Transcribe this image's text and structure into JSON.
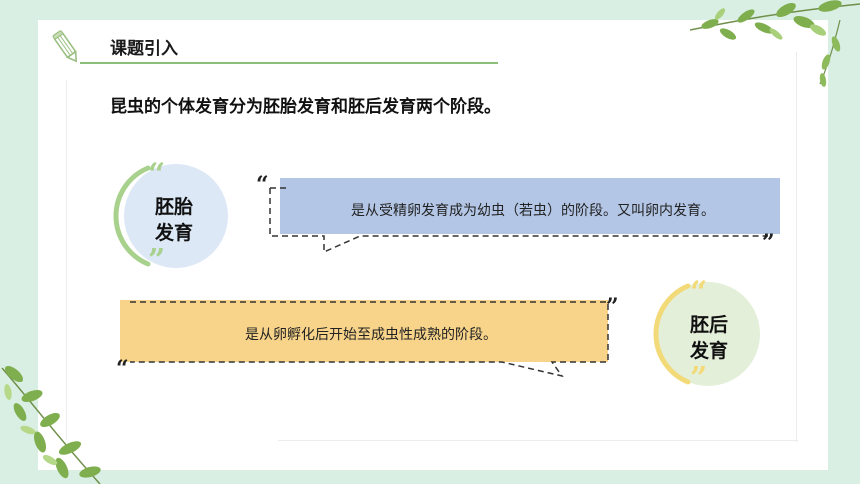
{
  "header": {
    "title": "课题引入"
  },
  "intro": {
    "text": "昆虫的个体发育分为胚胎发育和胚后发育两个阶段。"
  },
  "stages": [
    {
      "label_line1": "胚胎",
      "label_line2": "发育",
      "description": "是从受精卵发育成为幼虫（若虫）的阶段。又叫卵内发育。",
      "fill_color": "#dce8f6",
      "box_color": "#b3c6e6",
      "accent_color": "#a9d18e"
    },
    {
      "label_line1": "胚后",
      "label_line2": "发育",
      "description": "是从卵孵化后开始至成虫性成熟的阶段。",
      "fill_color": "#e4efda",
      "box_color": "#f7d48a",
      "accent_color": "#f2da78"
    }
  ]
}
